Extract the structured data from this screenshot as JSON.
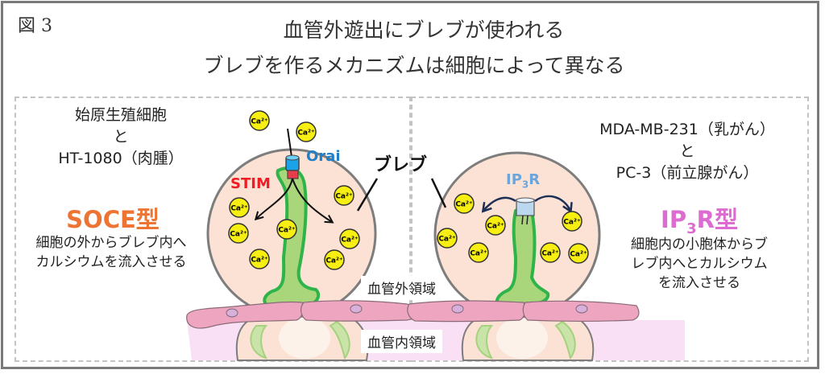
{
  "figure": {
    "label": "図 3",
    "title_line1": "血管外遊出にブレブが使われる",
    "title_line2": "ブレブを作るメカニズムは細胞によって異なる"
  },
  "left_panel": {
    "cells_line1": "始原生殖細胞",
    "cells_line2": "と",
    "cells_line3": "HT-1080（肉腫）",
    "type_label": "SOCE型",
    "desc_line1": "細胞の外からブレブ内へ",
    "desc_line2": "カルシウムを流入させる",
    "channel_label": "Orai",
    "sensor_label": "STIM"
  },
  "right_panel": {
    "cells_line1": "MDA-MB-231（乳がん）",
    "cells_line2": "と",
    "cells_line3": "PC-3（前立腺がん）",
    "type_label_main": "IP",
    "type_label_sub": "3",
    "type_label_end": "R型",
    "desc_line1": "細胞内の小胞体からブ",
    "desc_line2": "レブ内へとカルシウム",
    "desc_line3": "を流入させる",
    "channel_label_main": "IP",
    "channel_label_sub": "3",
    "channel_label_end": "R"
  },
  "center": {
    "bleb_label": "ブレブ",
    "extravascular_label": "血管外領域",
    "intravascular_label": "血管内領域"
  },
  "ion_label": "Ca²⁺",
  "colors": {
    "soce": "#ee7433",
    "ip3r": "#dd6cd0",
    "orai": "#1f7fc9",
    "stim": "#ee1c24",
    "ip3r_channel": "#6aa6dd",
    "bleb_fill": "#fbe2d5",
    "er_fill": "#a9d67b",
    "er_stroke": "#2fb44a",
    "calcium": "#f6ef11",
    "endothelium": "#eea6c0",
    "vessel_lumen": "#f9e0f5"
  }
}
